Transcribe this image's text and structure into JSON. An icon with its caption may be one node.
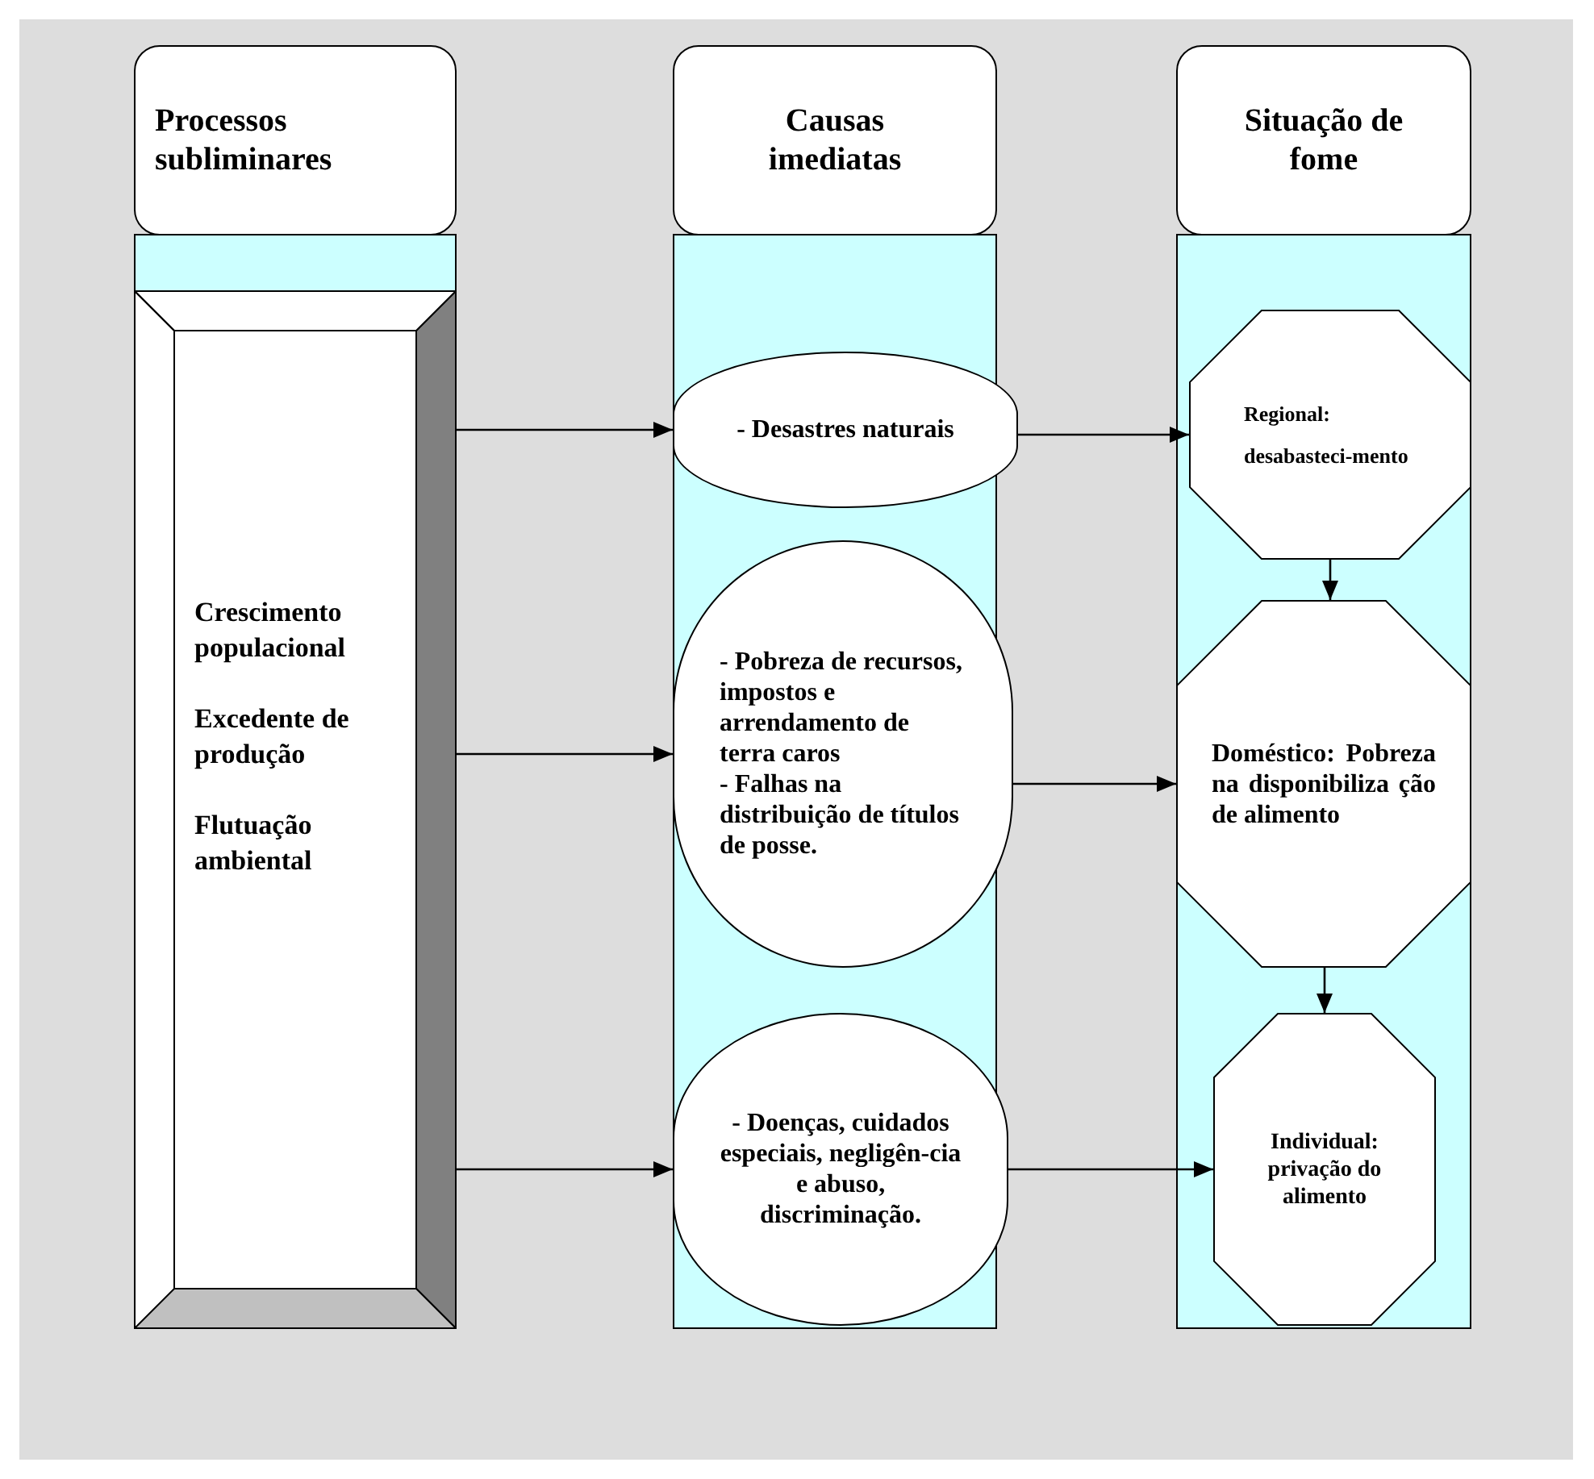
{
  "diagram": {
    "nodes": [
      {
        "text": [
          "Processos subliminares"
        ]
      },
      {
        "text": [
          "Crescimento populacional",
          "Excedente de produção",
          "Flutuação ambiental"
        ],
        "in": 0
      },
      {
        "text": [
          "Causas imediatas"
        ]
      },
      {
        "text": [
          "- Desastres naturais"
        ],
        "in": 2
      },
      {
        "text": [
          "- Pobreza de recursos, impostos e arrendamento de terra caros",
          "- Falhas na distribuição de títulos de posse."
        ],
        "in": 2
      },
      {
        "text": [
          "- Doenças, cuidados especiais, negligên-cia e abuso, discriminação."
        ],
        "in": 2
      },
      {
        "text": [
          "Situação de fome"
        ]
      },
      {
        "text": [
          "Regional: desabasteci-mento"
        ],
        "in": 6
      },
      {
        "text": [
          "Doméstico: Pobreza na disponibiliza ção de alimento"
        ],
        "in": 6
      },
      {
        "text": [
          "Individual: privação do alimento"
        ],
        "in": 6
      }
    ],
    "edges": [
      {
        "from": 1,
        "to": 3,
        "arrow": "to"
      },
      {
        "from": 1,
        "to": 4,
        "arrow": "to"
      },
      {
        "from": 1,
        "to": 5,
        "arrow": "to"
      },
      {
        "from": 3,
        "to": 7,
        "arrow": "to"
      },
      {
        "from": 4,
        "to": 8,
        "arrow": "to"
      },
      {
        "from": 5,
        "to": 9,
        "arrow": "to"
      },
      {
        "from": 7,
        "to": 8,
        "arrow": "to"
      },
      {
        "from": 8,
        "to": 9,
        "arrow": "to"
      }
    ]
  }
}
